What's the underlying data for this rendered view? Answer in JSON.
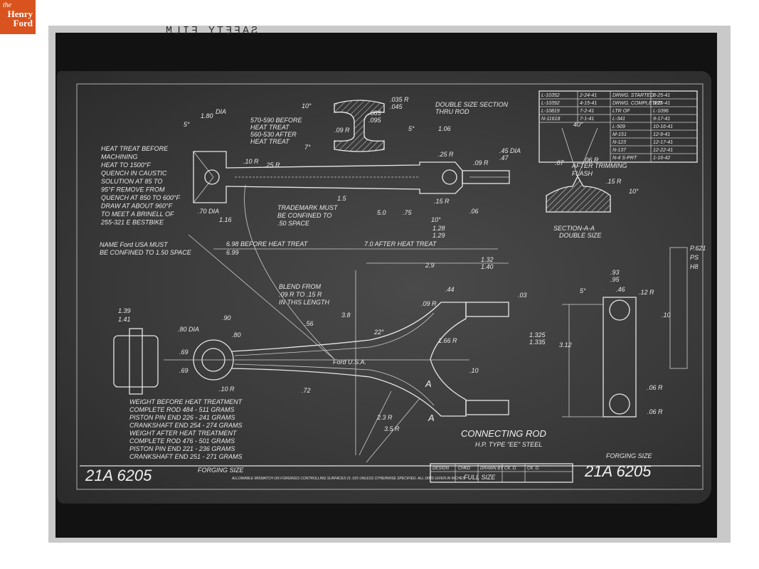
{
  "logo": {
    "line1": "the",
    "line2": "Henry",
    "line3": "Ford"
  },
  "film_header": "SAFETY FILM",
  "drawing": {
    "title": "CONNECTING ROD",
    "subtitle": "H.P. TYPE \"EE\" STEEL",
    "part_number": "21A 6205",
    "forging_size": "FORGING SIZE",
    "section_title": "SECTION-A-A",
    "section_sub": "DOUBLE SIZE",
    "double_section": "DOUBLE SIZE SECTION",
    "thru_rod": "THRU ROD",
    "full_size": "FULL SIZE",
    "heat_treat_note": [
      "HEAT TREAT BEFORE",
      "MACHINING",
      "HEAT TO 1500°F",
      "QUENCH IN CAUSTIC",
      "SOLUTION AT 85 TO",
      "95°F  REMOVE FROM",
      "QUENCH AT 850 TO 600°F",
      "DRAW AT ABOUT 960°F",
      "TO MEET A BRINELL OF",
      "255-321  E BESTBIKE"
    ],
    "brinell_note": [
      "570-590 BEFORE",
      "HEAT TREAT",
      "560-530 AFTER",
      "HEAT TREAT"
    ],
    "trademark_note": [
      "TRADEMARK MUST",
      "BE CONFINED TO",
      ".50 SPACE"
    ],
    "name_note": [
      "NAME  Ford  USA  MUST",
      "BE CONFINED TO 1.50 SPACE"
    ],
    "blend_note": [
      "BLEND FROM",
      ".09 R TO .15 R",
      "IN THIS LENGTH"
    ],
    "trim_note": [
      "AFTER TRIMMING",
      "FLASH"
    ],
    "length_before": "6.98 BEFORE HEAT TREAT",
    "length_before_2": "6.99",
    "length_after": "7.0  AFTER HEAT TREAT",
    "ford_usa": "Ford  U.S.A.",
    "dims": {
      "d_180": "1.80",
      "dia": "DIA",
      "d_5deg": "5°",
      "d_10r": ".10 R",
      "d_25r": ".25 R",
      "d_035": ".035 R",
      "d_045": ".045",
      "d_085": ".085",
      "d_095": ".095",
      "d_09r_top": ".09 R",
      "d_10deg": "10°",
      "d_7deg": "7°",
      "d_106": "1.06",
      "d_25r_b": ".25 R",
      "d_09r_b": ".09 R",
      "d_45dia": ".45 DIA",
      "d_47": ".47",
      "d_15": "1.5",
      "d_15r": ".15 R",
      "d_50": "5.0",
      "d_75": ".75",
      "d_06": ".06",
      "d_10deg_b": "10°",
      "d_128": "1.28",
      "d_129": "1.29",
      "d_70": ".70 DIA",
      "d_116": "1.16",
      "d_29": "2.9",
      "d_132": "1.32",
      "d_140": "1.40",
      "d_93": ".93",
      "d_95": ".95",
      "d_46": ".46",
      "d_12r": ".12 R",
      "d_5deg_c": "5°",
      "d_10c": ".10",
      "d_312": "3.12",
      "d_1325": "1.325",
      "d_1335": "1.335",
      "d_44": ".44",
      "d_03": ".03",
      "d_09r_c": ".09 R",
      "d_38": "3.8",
      "d_22deg": "22°",
      "d_166": "1.66 R",
      "d_10d": ".10",
      "d_23r": "2.3 R",
      "d_35r": "3.5 R",
      "d_139": "1.39",
      "d_141": "1.41",
      "d_80dia": ".80 DIA",
      "d_90": ".90",
      "d_80": ".80",
      "d_56": ".56",
      "d_69a": ".69",
      "d_69b": ".69",
      "d_10r_d": ".10 R",
      "d_72": ".72",
      "d_06r": ".06 R",
      "d_06r_b": ".06 R",
      "d_07": ".07",
      "d_40deg": "40°",
      "d_06r_s": ".06 R",
      "d_15r_s": ".15 R",
      "d_10deg_s": "10°",
      "a_mark": "A"
    },
    "weights": [
      "WEIGHT BEFORE HEAT TREATMENT",
      "COMPLETE ROD      484 - 511  GRAMS",
      "PISTON PIN END    226 - 241  GRAMS",
      "CRANKSHAFT END   254 - 274  GRAMS",
      "WEIGHT AFTER HEAT TREATMENT",
      "COMPLETE ROD      476 - 501  GRAMS",
      "PISTON PIN END    221 - 236 GRAMS",
      "CRANKSHAFT END   251 - 271 GRAMS"
    ],
    "revision_block": [
      [
        "L-10352",
        "2-24-41",
        "DRWG. STARTED",
        "8-25-41"
      ],
      [
        "L-10392",
        "4-15-41",
        "DRWG. COMPLETED",
        "9-25-41"
      ],
      [
        "L-10819",
        "7-2-41",
        "LTR OF",
        "L-1096"
      ],
      [
        "N-11618",
        "7-1-41",
        "L-341",
        "9-17-41"
      ],
      [
        "",
        "",
        "L-509",
        "10-16-41"
      ],
      [
        "",
        "",
        "M-151",
        "12-9-41"
      ],
      [
        "",
        "",
        "N-123",
        "12-17-41"
      ],
      [
        "",
        "",
        "N-137",
        "12-22-41"
      ],
      [
        "",
        "",
        "N-4 S-PRT",
        "1-16-42"
      ]
    ],
    "handwritten_margin": [
      "P.621",
      "PS",
      "H8"
    ],
    "title_block_labels": [
      "DESIGN",
      "CHKD",
      "DRAWN BY",
      "CK. D.",
      "CK. D."
    ],
    "bottom_note": "ALLOWABLE MISMATCH ON FORGINGS CONTROLLING SURFACES IS .015 UNLESS OTHERWISE SPECIFIED. ALL DIMS GIVEN IN INCHES."
  }
}
